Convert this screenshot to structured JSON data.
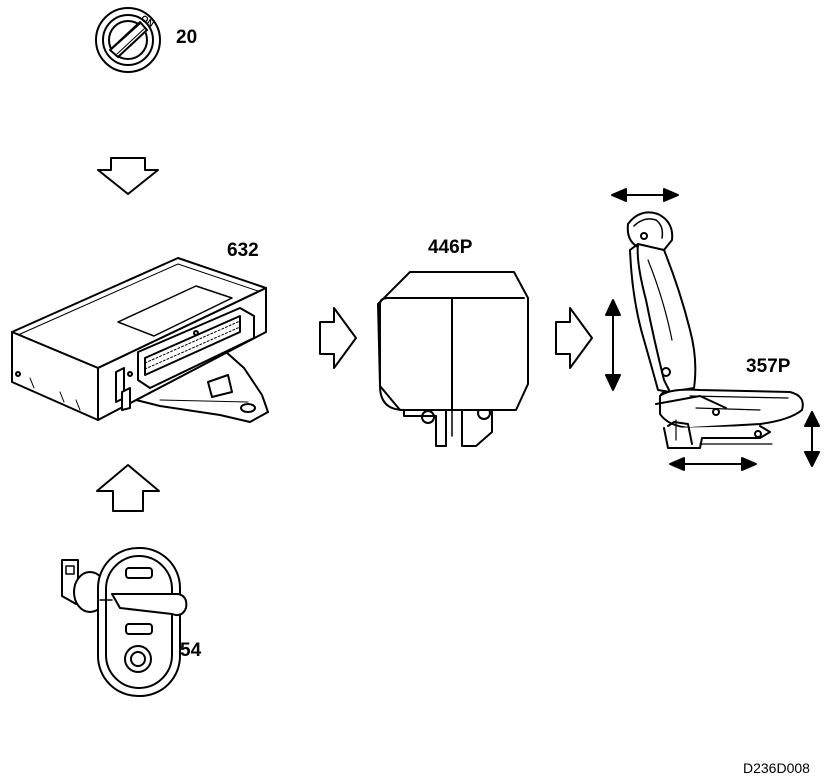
{
  "labels": {
    "ignition_switch": "20",
    "control_unit": "632",
    "relay": "446P",
    "seat": "357P",
    "door_switch": "54"
  },
  "ignition_key_marking": "ON",
  "figure_ref": "D236D008",
  "colors": {
    "line": "#000000",
    "background": "#ffffff"
  }
}
